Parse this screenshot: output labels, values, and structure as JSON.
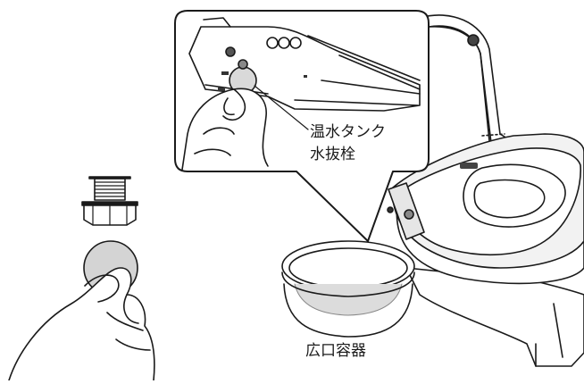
{
  "labels": {
    "drain_plug_line1": "温水タンク",
    "drain_plug_line2": "水抜栓",
    "container": "広口容器"
  }
}
